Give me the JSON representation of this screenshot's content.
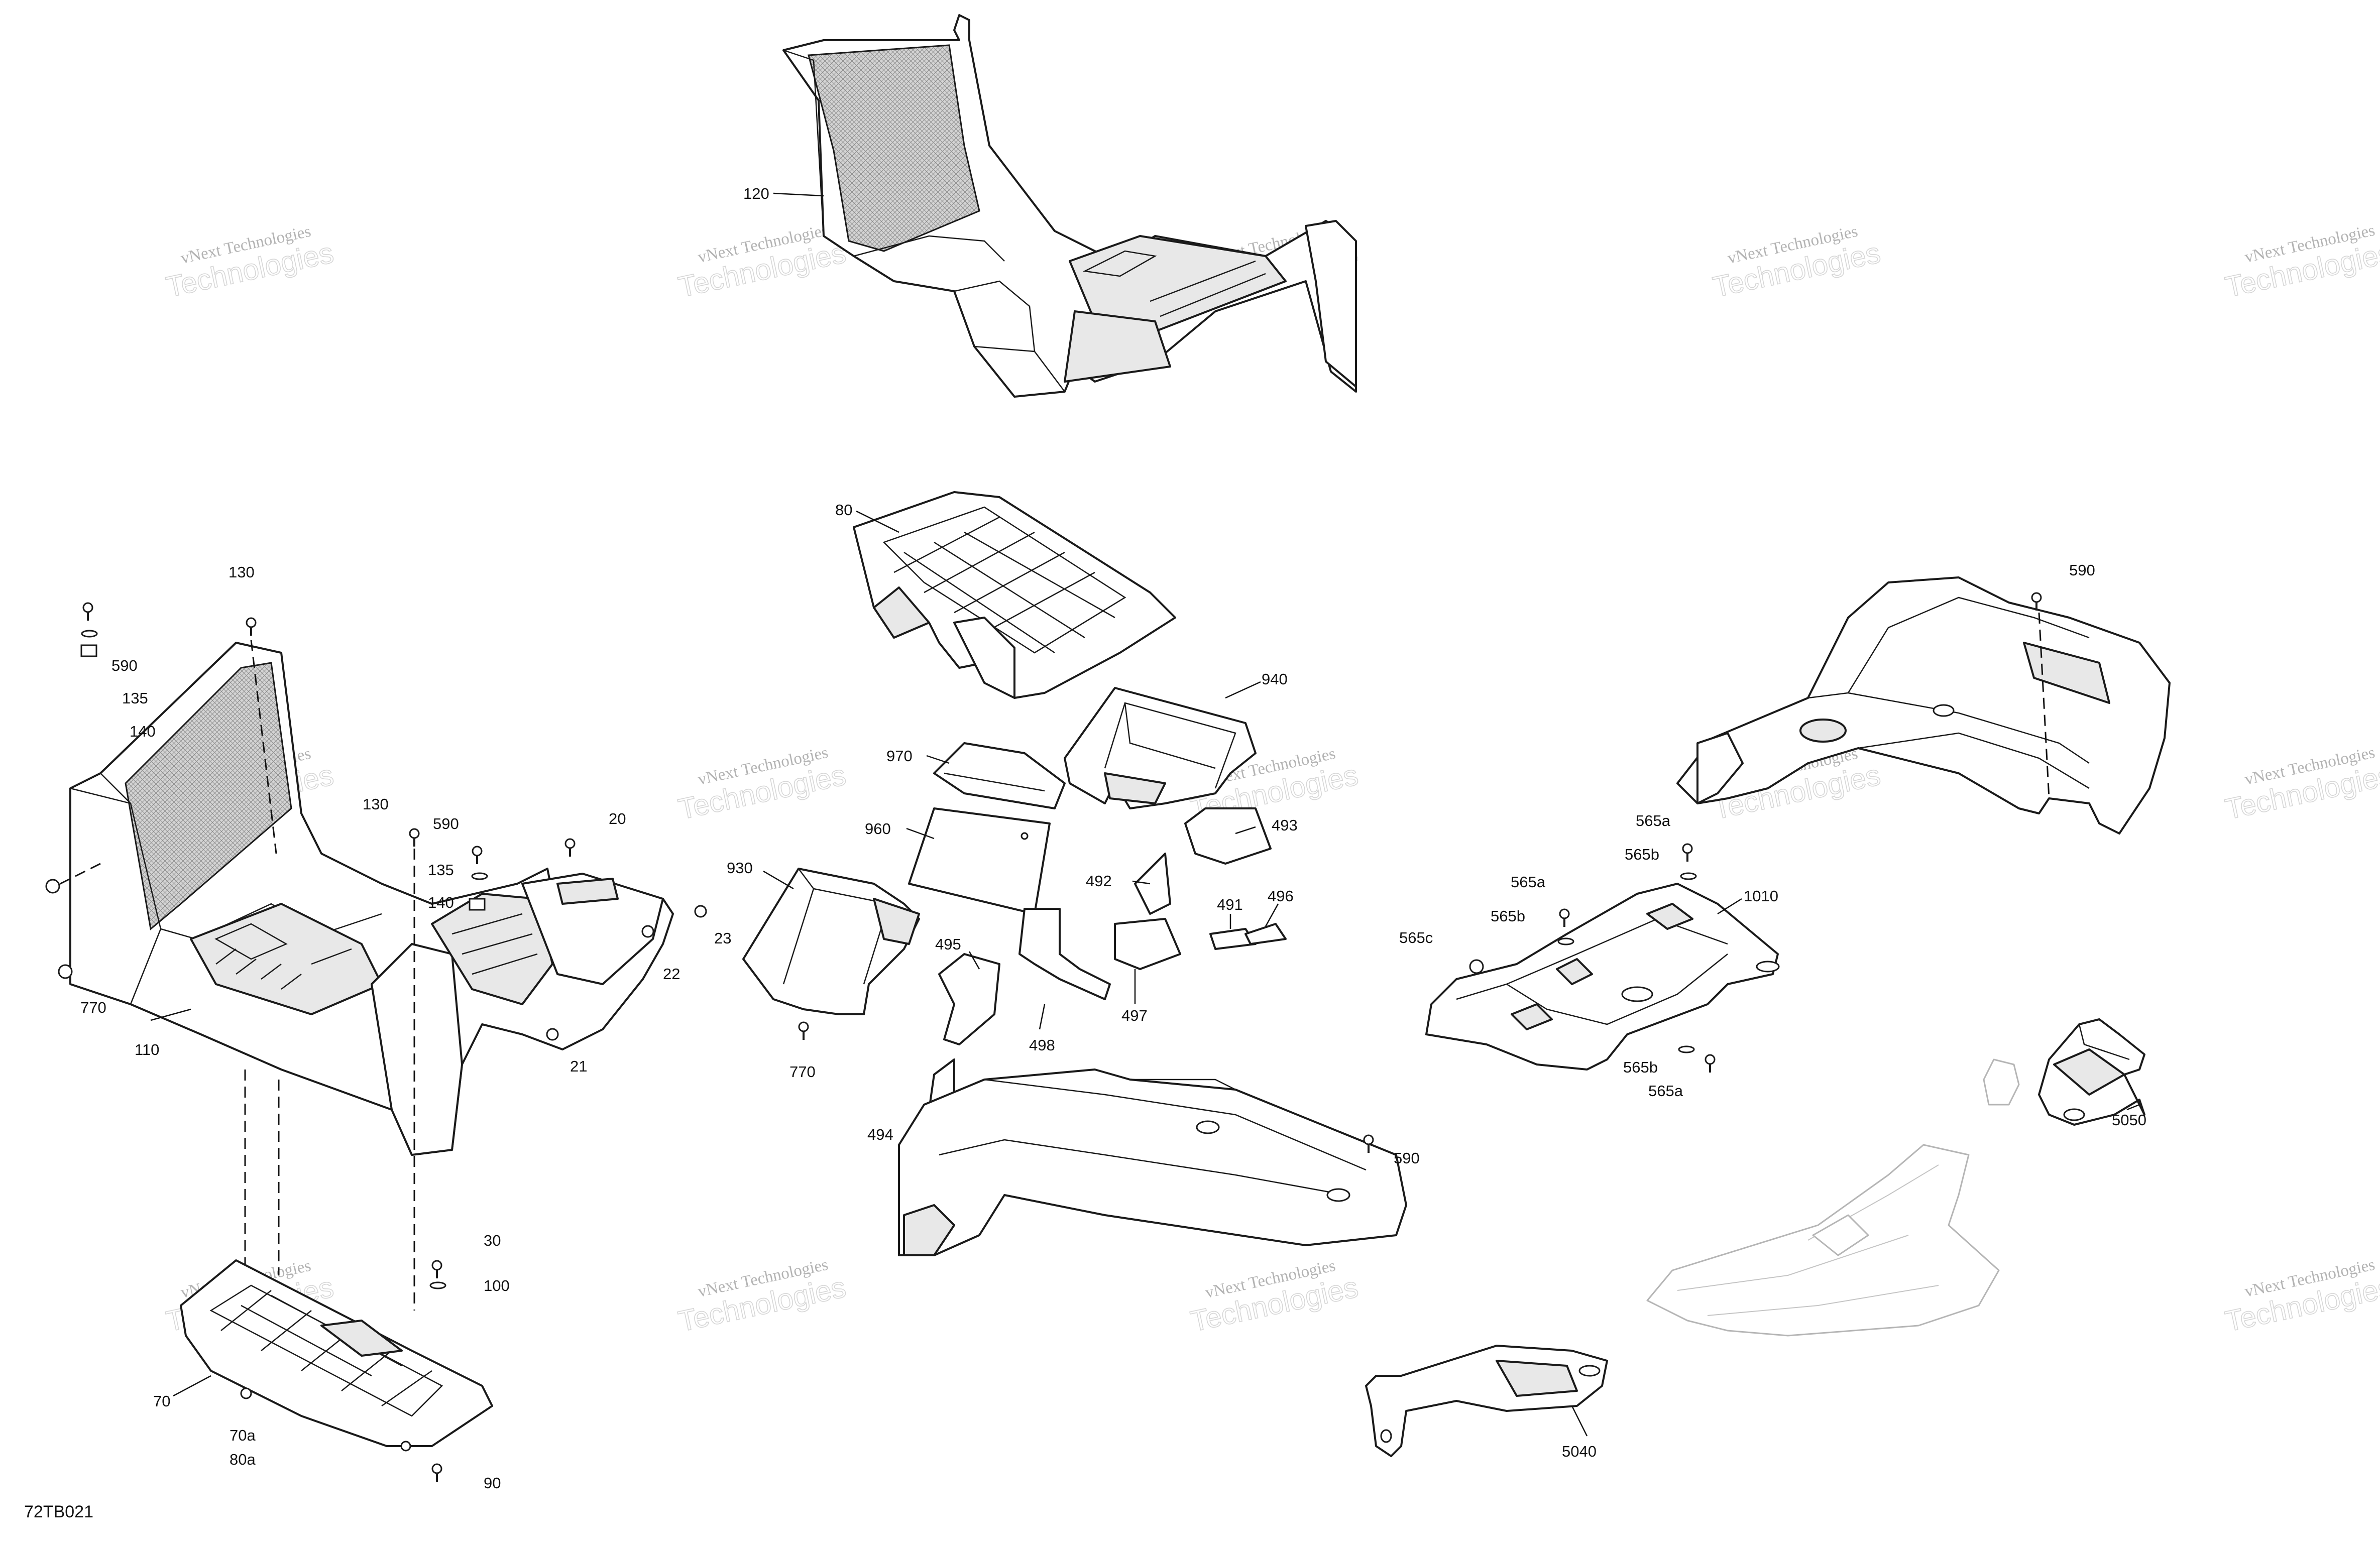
{
  "diagram_ref": "72TB021",
  "watermark": {
    "line1": "vNext Technologies",
    "line2": "Technologies"
  },
  "callouts": [
    {
      "id": "120",
      "text": "120"
    },
    {
      "id": "80",
      "text": "80"
    },
    {
      "id": "130a",
      "text": "130"
    },
    {
      "id": "590a",
      "text": "590"
    },
    {
      "id": "135a",
      "text": "135"
    },
    {
      "id": "140a",
      "text": "140"
    },
    {
      "id": "130b",
      "text": "130"
    },
    {
      "id": "590b",
      "text": "590"
    },
    {
      "id": "135b",
      "text": "135"
    },
    {
      "id": "140b",
      "text": "140"
    },
    {
      "id": "20",
      "text": "20"
    },
    {
      "id": "23",
      "text": "23"
    },
    {
      "id": "22",
      "text": "22"
    },
    {
      "id": "21",
      "text": "21"
    },
    {
      "id": "770a",
      "text": "770"
    },
    {
      "id": "110",
      "text": "110"
    },
    {
      "id": "30",
      "text": "30"
    },
    {
      "id": "100",
      "text": "100"
    },
    {
      "id": "70",
      "text": "70"
    },
    {
      "id": "70a",
      "text": "70a"
    },
    {
      "id": "80a",
      "text": "80a"
    },
    {
      "id": "90",
      "text": "90"
    },
    {
      "id": "940",
      "text": "940"
    },
    {
      "id": "970",
      "text": "970"
    },
    {
      "id": "960",
      "text": "960"
    },
    {
      "id": "930",
      "text": "930"
    },
    {
      "id": "493",
      "text": "493"
    },
    {
      "id": "492",
      "text": "492"
    },
    {
      "id": "491",
      "text": "491"
    },
    {
      "id": "496",
      "text": "496"
    },
    {
      "id": "495",
      "text": "495"
    },
    {
      "id": "497",
      "text": "497"
    },
    {
      "id": "498",
      "text": "498"
    },
    {
      "id": "770b",
      "text": "770"
    },
    {
      "id": "494",
      "text": "494"
    },
    {
      "id": "590c",
      "text": "590"
    },
    {
      "id": "590d",
      "text": "590"
    },
    {
      "id": "565a1",
      "text": "565a"
    },
    {
      "id": "565b1",
      "text": "565b"
    },
    {
      "id": "565a2",
      "text": "565a"
    },
    {
      "id": "565b2",
      "text": "565b"
    },
    {
      "id": "565c",
      "text": "565c"
    },
    {
      "id": "1010",
      "text": "1010"
    },
    {
      "id": "565b3",
      "text": "565b"
    },
    {
      "id": "565a3",
      "text": "565a"
    },
    {
      "id": "5050",
      "text": "5050"
    },
    {
      "id": "5040",
      "text": "5040"
    }
  ]
}
